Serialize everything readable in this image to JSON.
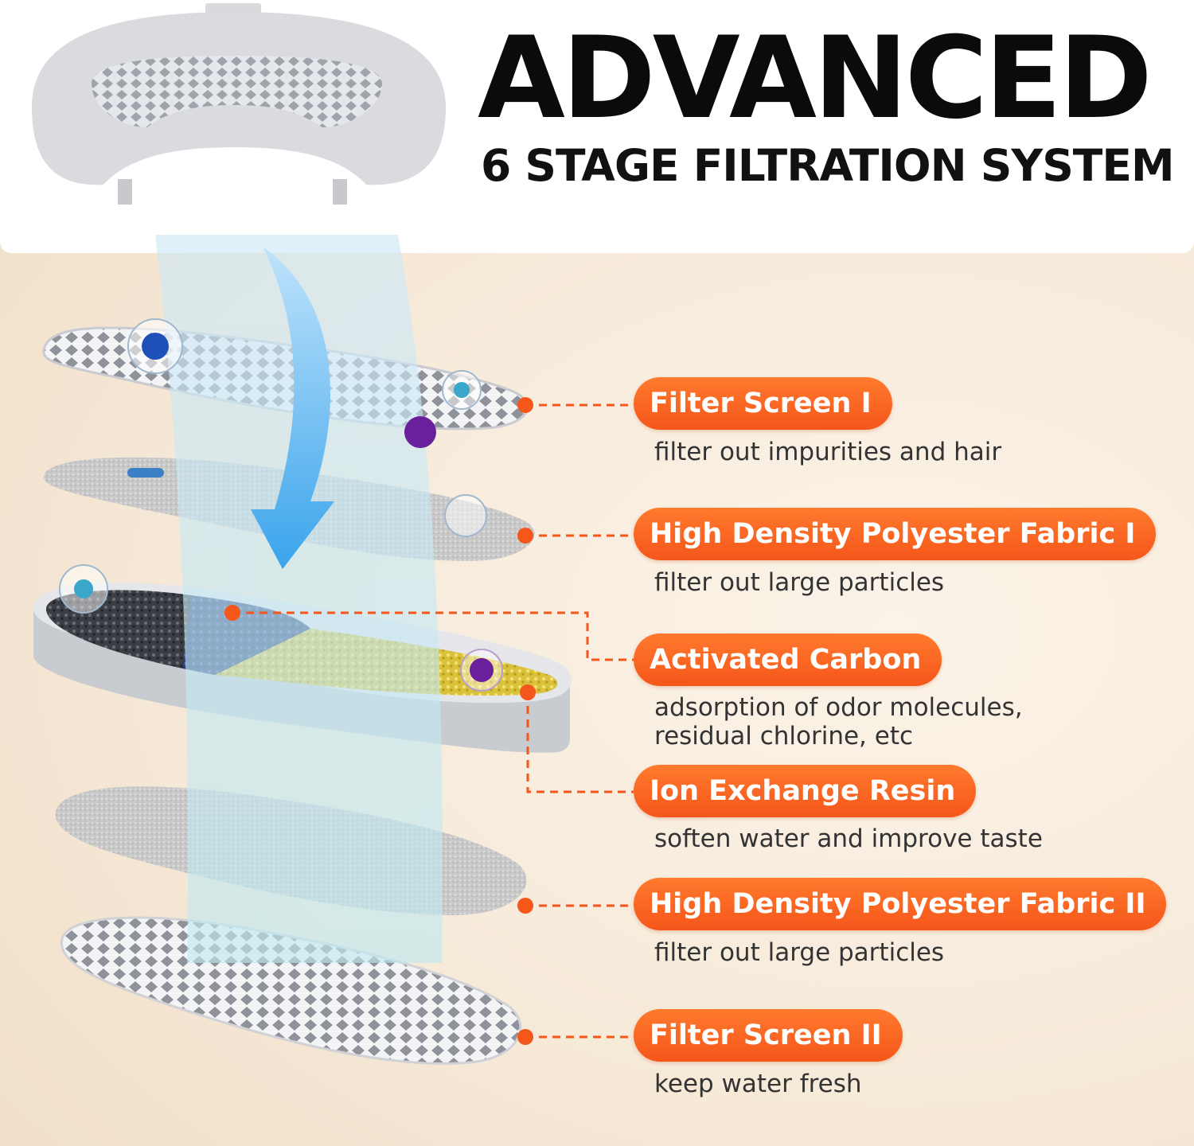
{
  "header": {
    "title": "ADVANCED",
    "subtitle": "6 STAGE FILTRATION SYSTEM"
  },
  "colors": {
    "accent": "#f5561a",
    "label_text": "#ffffff",
    "title_text": "#0b0b0b",
    "description_text": "#333333"
  },
  "stages": [
    {
      "label": "Filter Screen I",
      "description": "filter out impurities and hair"
    },
    {
      "label": "High Density Polyester Fabric I",
      "description": "filter out large particles"
    },
    {
      "label": "Activated Carbon",
      "description": "adsorption of odor molecules,\nresidual chlorine, etc"
    },
    {
      "label": "Ion Exchange Resin",
      "description": "soften water and improve taste"
    },
    {
      "label": "High Density Polyester Fabric  II",
      "description": "filter out large particles"
    },
    {
      "label": "Filter Screen II",
      "description": "keep water fresh"
    }
  ]
}
